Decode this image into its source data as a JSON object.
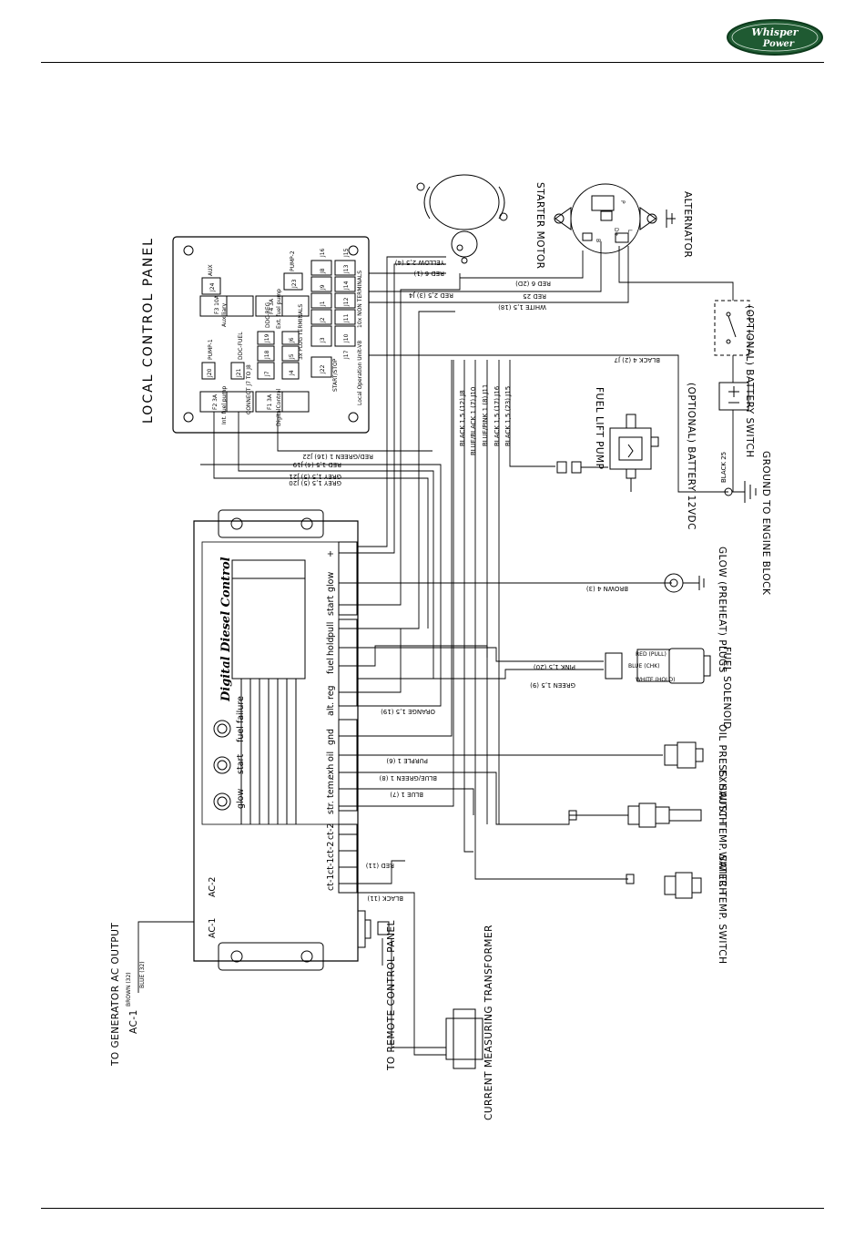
{
  "brand": {
    "line1": "Whisper",
    "line2": "Power",
    "color": "#1f5a32"
  },
  "panel": {
    "title": "LOCAL CONTROL PANEL",
    "fuses": [
      {
        "name": "F1 3A",
        "desc": "DigitalControl"
      },
      {
        "name": "F2 3A",
        "desc": "Int. fuel pump"
      },
      {
        "name": "F3 10A",
        "desc": "Auxiliary"
      },
      {
        "name": "F4 3A",
        "desc": "Ext. fuel pump"
      }
    ],
    "jacks": [
      "J20",
      "J21",
      "J18",
      "J19",
      "J7",
      "J4",
      "J5",
      "J6",
      "J22",
      "J3",
      "J2",
      "J1",
      "J8",
      "J9",
      "J10",
      "J11",
      "J12",
      "J13",
      "J14",
      "J15",
      "J16",
      "J17",
      "J23",
      "J24"
    ],
    "labels": {
      "pump1": "PUMP-1",
      "pump2": "PUMP-2",
      "aux": "AUX",
      "ddcfuel": "DDC-FUEL",
      "ddcreg": "DDC-REG",
      "connect": "CONNECT J7 TO J8",
      "startstop": "START/STOP",
      "localop": "Local Operation Unit-V8",
      "plug": "3x PLUG TERMINALS",
      "nonterm": "10x NON TERMINALS"
    }
  },
  "controller": {
    "title": "Digital Diesel Control",
    "leds": [
      "glow",
      "start",
      "fuel failure"
    ],
    "terminals": [
      "+",
      "glow",
      "start",
      "pull",
      "hold",
      "fuel",
      "reg",
      "alt.",
      "gnd",
      "oil",
      "exh",
      "tem.",
      "str.",
      "ct-2",
      "ct-2",
      "ct-1",
      "ct-1"
    ],
    "ac": [
      "AC-2",
      "AC-1"
    ]
  },
  "wires": {
    "w1": "YELLOW 2,5 (4)",
    "w2": "RED 6 (1)",
    "w3": "RED 2,5 (3) J4",
    "w4": "RED 6 (2D)",
    "w5": "RED 25",
    "w6": "WHITE 1,5 (18)",
    "w7": "BLACK 4 (2) J7",
    "w8": "BLACK 1,5 (12) J8",
    "w9": "BLUE/BLACK 1 (7) J10",
    "w10": "BLUE/PINK 1 (8) J11",
    "w11": "BLACK 1,5 (17) J16",
    "w12": "BLACK 1,5 (23) J15",
    "w13": "RED/GREEN 1 (16) J22",
    "w14": "RED 1,5 (4) J19",
    "w15": "GREY 1,5 (5) J21",
    "w16": "GREY 1,5 (5) J20",
    "w17": "BROWN 4 (3)",
    "w18": "PINK 1,5 (20)",
    "w19": "GREEN 1,5 (9)",
    "w20": "ORANGE 1,5 (19)",
    "w21": "PURPLE 1 (6)",
    "w22": "BLUE/GREEN 1 (8)",
    "w23": "BLUE 1 (7)",
    "w24": "RED (11)",
    "w25": "BLACK (11)",
    "w26": "BLACK 25"
  },
  "solenoid_wires": {
    "pull": "RED (PULL)",
    "hold": "BLUE (CHK)",
    "com": "WHITE (HOLD)"
  },
  "components": {
    "starter": "STARTER MOTOR",
    "alternator": "ALTERNATOR",
    "battery_switch": "(OPTIONAL) BATTERY SWITCH",
    "battery": "(OPTIONAL) BATTERY 12VDC",
    "fuel_pump": "FUEL LIFT PUMP",
    "ground": "GROUND TO ENGINE BLOCK",
    "glow": "GLOW (PREHEAT) PLUGS",
    "solenoid": "FUEL SOLENOID",
    "oil": "OIL PRESS. SWITCH",
    "exhaust": "EXHAUST TEMP. SWITCH",
    "water": "WATER TEMP. SWITCH",
    "ct": "CURRENT MEASURING TRANSFORMER",
    "remote": "TO REMOTE CONTROL PANEL",
    "generator": "TO GENERATOR AC OUTPUT",
    "ac1": "AC-1",
    "brown": "BROWN (32)",
    "blue": "BLUE (32)"
  },
  "alternator_terms": {
    "b": "B",
    "d": "D+",
    "p": "P",
    "l": "L"
  }
}
